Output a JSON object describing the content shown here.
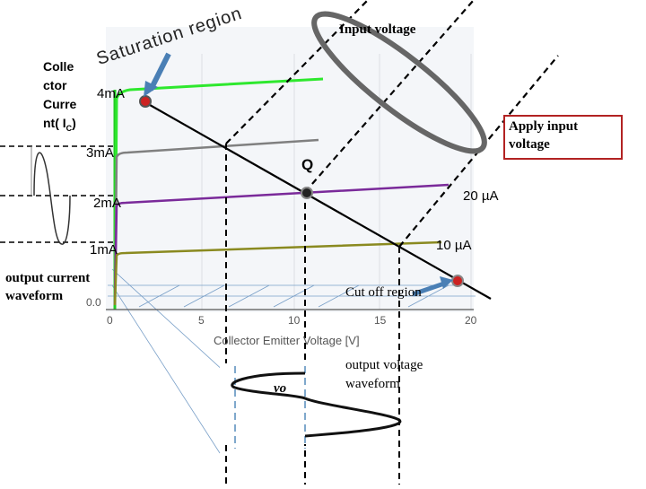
{
  "labels": {
    "input_voltage": "Input voltage",
    "apply_input_voltage": "Apply input voltage",
    "saturation_region": "Saturation region",
    "collector_current": "Colle ctor Curre nt( IC)",
    "ic_lines": [
      "Colle",
      "ctor",
      "Curre",
      "nt( I",
      "C",
      ")"
    ],
    "q_point": "Q",
    "cutoff_region": "Cut off region",
    "output_current_waveform": "output current waveform",
    "output_voltage_waveform": "output voltage waveform",
    "x_axis_title": "Collector Emitter Voltage [V]",
    "vo_label": "vo"
  },
  "current_labels": [
    "4mA",
    "3mA",
    "2mA",
    "1mA"
  ],
  "base_current_labels": [
    "20 µA",
    "10 µA"
  ],
  "x_ticks": [
    "0",
    "5",
    "10",
    "15",
    "20"
  ],
  "y_tick": "0.0",
  "colors": {
    "curve_4ma": "#2ee82e",
    "curve_3ma": "#808080",
    "curve_2ma": "#7a2a9a",
    "curve_1ma": "#8a8a20",
    "axis_green": "#22cc22",
    "q_marker": "#222222",
    "end_marker": "#cc2222",
    "arrow": "#4a7fb5",
    "box_border": "#b22222"
  },
  "icons": [
    "arrow-icon",
    "q-point-marker",
    "saturation-point-marker",
    "cutoff-point-marker"
  ]
}
